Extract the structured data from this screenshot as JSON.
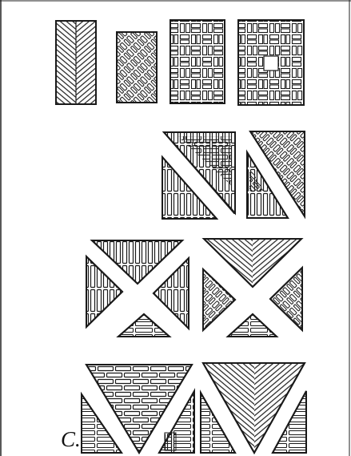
{
  "figure": {
    "label": "C.",
    "groups": [
      {
        "name": "rectangle-tiles-row",
        "patterns": [
          "herringbone-chevron",
          "diagonal-herringbone",
          "basketweave",
          "mixed-basketweave"
        ]
      },
      {
        "name": "diagonal-split-row",
        "patterns": [
          "brick-split-triangle",
          "herringbone-split-triangle"
        ]
      },
      {
        "name": "x-split-row",
        "patterns": [
          "brick-x-triangles",
          "chevron-x-triangles"
        ]
      },
      {
        "name": "inverted-triangle-row",
        "patterns": [
          "brick-inverted-triangle",
          "chevron-inverted-triangle"
        ]
      }
    ]
  },
  "colors": {
    "ink": "#1a1a1a",
    "paper": "#ffffff",
    "frame": "#222222"
  }
}
